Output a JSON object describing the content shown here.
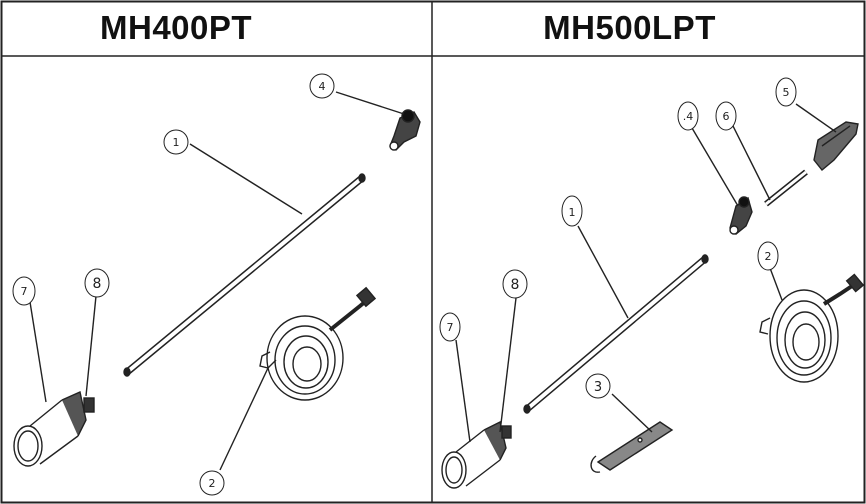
{
  "panels": [
    {
      "model": "MH400PT"
    },
    {
      "model": "MH500LPT"
    }
  ],
  "callouts_left": {
    "rod": "1",
    "hose": "2",
    "valve": "4",
    "cone": "7",
    "nozzle": "8"
  },
  "callouts_right": {
    "rod": "1",
    "hose": "2",
    "stand": "3",
    "valve": ".4",
    "handle": "5",
    "tube": "6",
    "cone": "7",
    "nozzle": "8"
  }
}
